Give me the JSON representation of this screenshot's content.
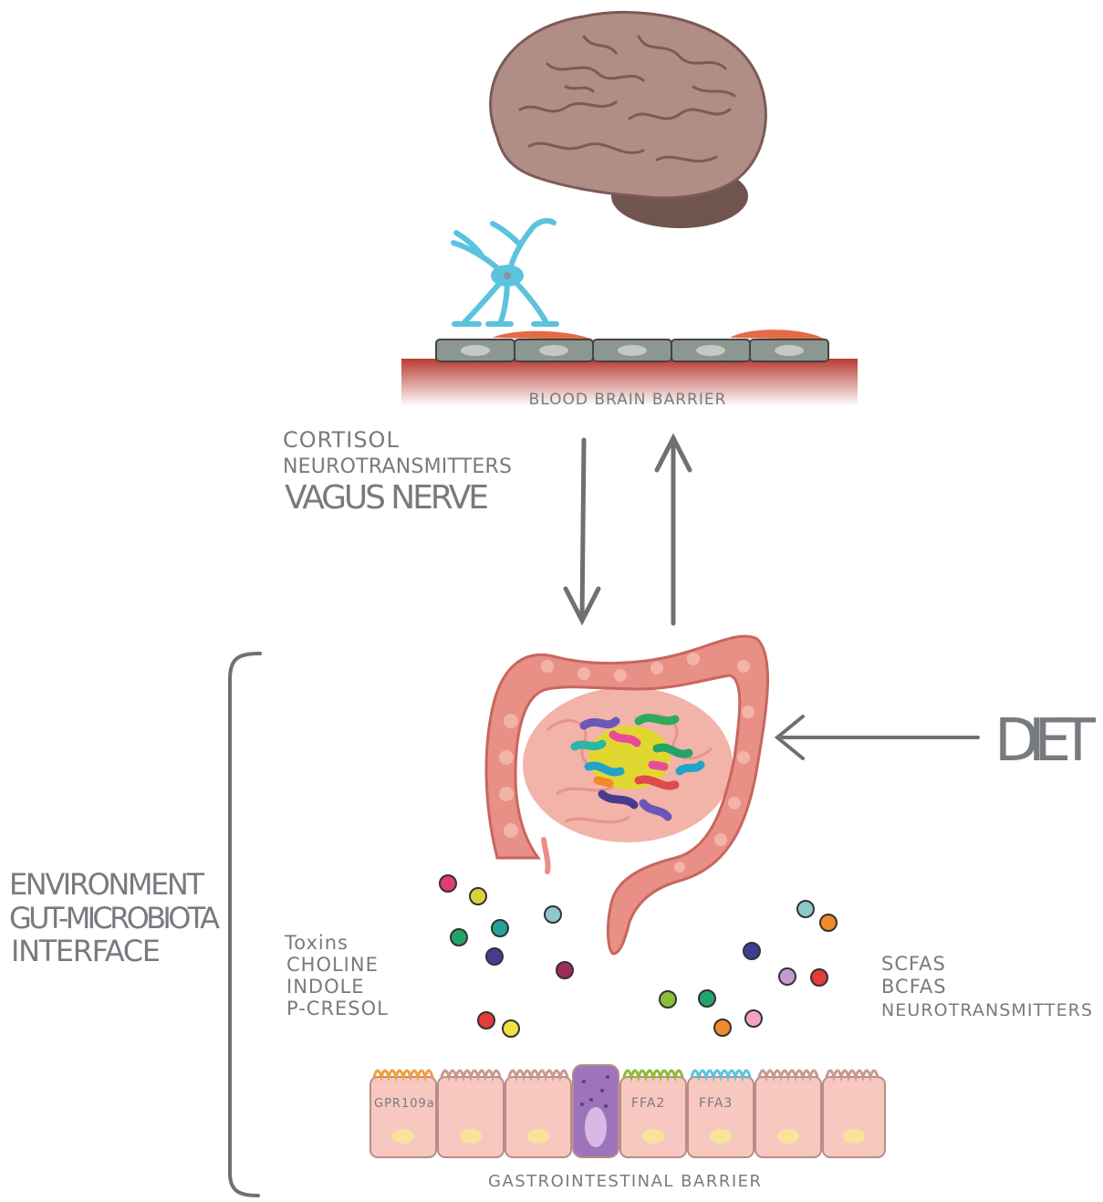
{
  "labels": {
    "bbb": "BLOOD BRAIN BARRIER",
    "cortisol": "CORTISOL",
    "neurotransmitters_top": "NEUROTRANSMITTERS",
    "vagus": "VAGUS NERVE",
    "diet": "DIET",
    "environment": [
      "ENVIRONMENT",
      "GUT-MICROBIOTA",
      "INTERFACE"
    ],
    "left_metabolites": [
      "Toxins",
      "CHOLINE",
      "INDOLE",
      "P-CRESOL"
    ],
    "right_metabolites": [
      "SCFAS",
      "BCFAS",
      "NEUROTRANSMITTERS"
    ],
    "receptors": [
      "GPR109a",
      "FFA2",
      "FFA3"
    ],
    "gi_barrier": "GASTROINTESTINAL BARRIER"
  },
  "colors": {
    "text": "#777b80",
    "arrow": "#6e7074",
    "brain": "#b08e86",
    "brain_shadow": "#7d5a55",
    "neuron": "#5bc3de",
    "endothelial": "#8d9791",
    "pericyte": "#e46a48",
    "blood": "#c4483c",
    "colon": "#e88f86",
    "colon_light": "#f2b3a9",
    "epithelial": "#f7c8c0",
    "goblet": "#9d73ba",
    "dot_colors": [
      "#e33c74",
      "#d9d43a",
      "#8cc8cc",
      "#22a36a",
      "#21a39a",
      "#4a3a8f",
      "#9c2d5a",
      "#e63b3b",
      "#f0e040",
      "#8dbd3a",
      "#f08a2a",
      "#f3a1c4",
      "#c49ad0",
      "#3e3e96"
    ]
  },
  "icons": {
    "brain": "brain-icon",
    "neuron": "neuron-icon",
    "intestine": "intestine-icon",
    "microbiota": "microbiota-cluster-icon"
  }
}
